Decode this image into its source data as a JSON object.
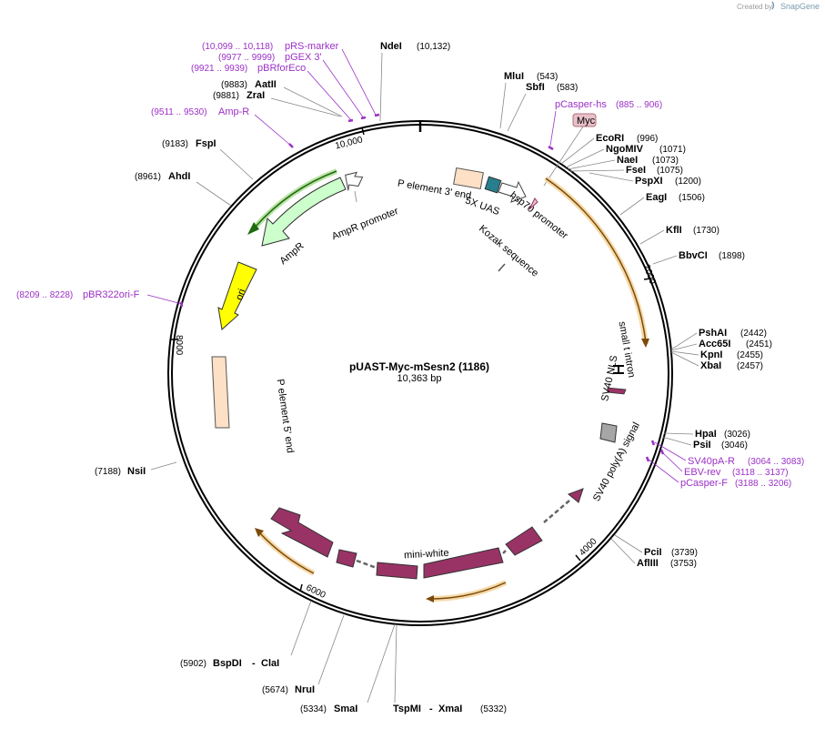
{
  "app": {
    "credit_prefix": "Created by",
    "credit_brand": "SnapGene"
  },
  "plasmid": {
    "name": "pUAST-Myc-mSesn2 (1186)",
    "length_label": "10,363 bp"
  },
  "ticks": [
    "2000",
    "4000",
    "6000",
    "8000",
    "10,000"
  ],
  "restriction_sites": [
    {
      "name": "NdeI",
      "pos": "(10,132)"
    },
    {
      "name": "MluI",
      "pos": "(543)"
    },
    {
      "name": "SbfI",
      "pos": "(583)"
    },
    {
      "name": "EcoRI",
      "pos": "(996)"
    },
    {
      "name": "NgoMIV",
      "pos": "(1071)"
    },
    {
      "name": "NaeI",
      "pos": "(1073)"
    },
    {
      "name": "FseI",
      "pos": "(1075)"
    },
    {
      "name": "PspXI",
      "pos": "(1200)"
    },
    {
      "name": "EagI",
      "pos": "(1506)"
    },
    {
      "name": "KflI",
      "pos": "(1730)"
    },
    {
      "name": "BbvCI",
      "pos": "(1898)"
    },
    {
      "name": "PshAI",
      "pos": "(2442)"
    },
    {
      "name": "Acc65I",
      "pos": "(2451)"
    },
    {
      "name": "KpnI",
      "pos": "(2455)"
    },
    {
      "name": "XbaI",
      "pos": "(2457)"
    },
    {
      "name": "HpaI",
      "pos": "(3026)"
    },
    {
      "name": "PsiI",
      "pos": "(3046)"
    },
    {
      "name": "PciI",
      "pos": "(3739)"
    },
    {
      "name": "AflIII",
      "pos": "(3753)"
    },
    {
      "name": "TspMI",
      "pos": "(5332)"
    },
    {
      "name": "XmaI",
      "pos": ""
    },
    {
      "name": "SmaI",
      "pos": "(5334)"
    },
    {
      "name": "NruI",
      "pos": "(5674)"
    },
    {
      "name": "BspDI",
      "pos": "(5902)"
    },
    {
      "name": "ClaI",
      "pos": ""
    },
    {
      "name": "NsiI",
      "pos": "(7188)"
    },
    {
      "name": "AhdI",
      "pos": "(8961)"
    },
    {
      "name": "FspI",
      "pos": "(9183)"
    },
    {
      "name": "ZraI",
      "pos": "(9881)"
    },
    {
      "name": "AatII",
      "pos": "(9883)"
    }
  ],
  "primers": [
    {
      "name": "pRS-marker",
      "pos": "(10,099 .. 10,118)"
    },
    {
      "name": "pGEX 3'",
      "pos": "(9977 .. 9999)"
    },
    {
      "name": "pBRforEco",
      "pos": "(9921 .. 9939)"
    },
    {
      "name": "Amp-R",
      "pos": "(9511 .. 9530)"
    },
    {
      "name": "pBR322ori-F",
      "pos": "(8209 .. 8228)"
    },
    {
      "name": "pCasper-hs",
      "pos": "(885 .. 906)"
    },
    {
      "name": "SV40pA-R",
      "pos": "(3064 .. 3083)"
    },
    {
      "name": "EBV-rev",
      "pos": "(3118 .. 3137)"
    },
    {
      "name": "pCasper-F",
      "pos": "(3188 .. 3206)"
    }
  ],
  "features": [
    {
      "name": "P element 3' end",
      "color": "#fde0c5"
    },
    {
      "name": "5X UAS",
      "color": "#277e8e"
    },
    {
      "name": "hsp70 promoter",
      "color": "#ffffff"
    },
    {
      "name": "Kozak sequence",
      "color": "#7a7a7a"
    },
    {
      "name": "Myc",
      "color": "#e8c0c8"
    },
    {
      "name": "AmpR promoter",
      "color": "#ffffff"
    },
    {
      "name": "AmpR",
      "color": "#ccffcc"
    },
    {
      "name": "ori",
      "color": "#ffff00"
    },
    {
      "name": "P element 5' end",
      "color": "#fde0c5"
    },
    {
      "name": "small t intron",
      "color": "#000000"
    },
    {
      "name": "SV40 NLS",
      "color": "#993366"
    },
    {
      "name": "SV40 poly(A) signal",
      "color": "#a6a6a6"
    },
    {
      "name": "mini-white",
      "color": "#993366"
    }
  ],
  "colors": {
    "primer": "#9b30c6",
    "orf": "#e6a23c",
    "backbone": "#000000"
  }
}
